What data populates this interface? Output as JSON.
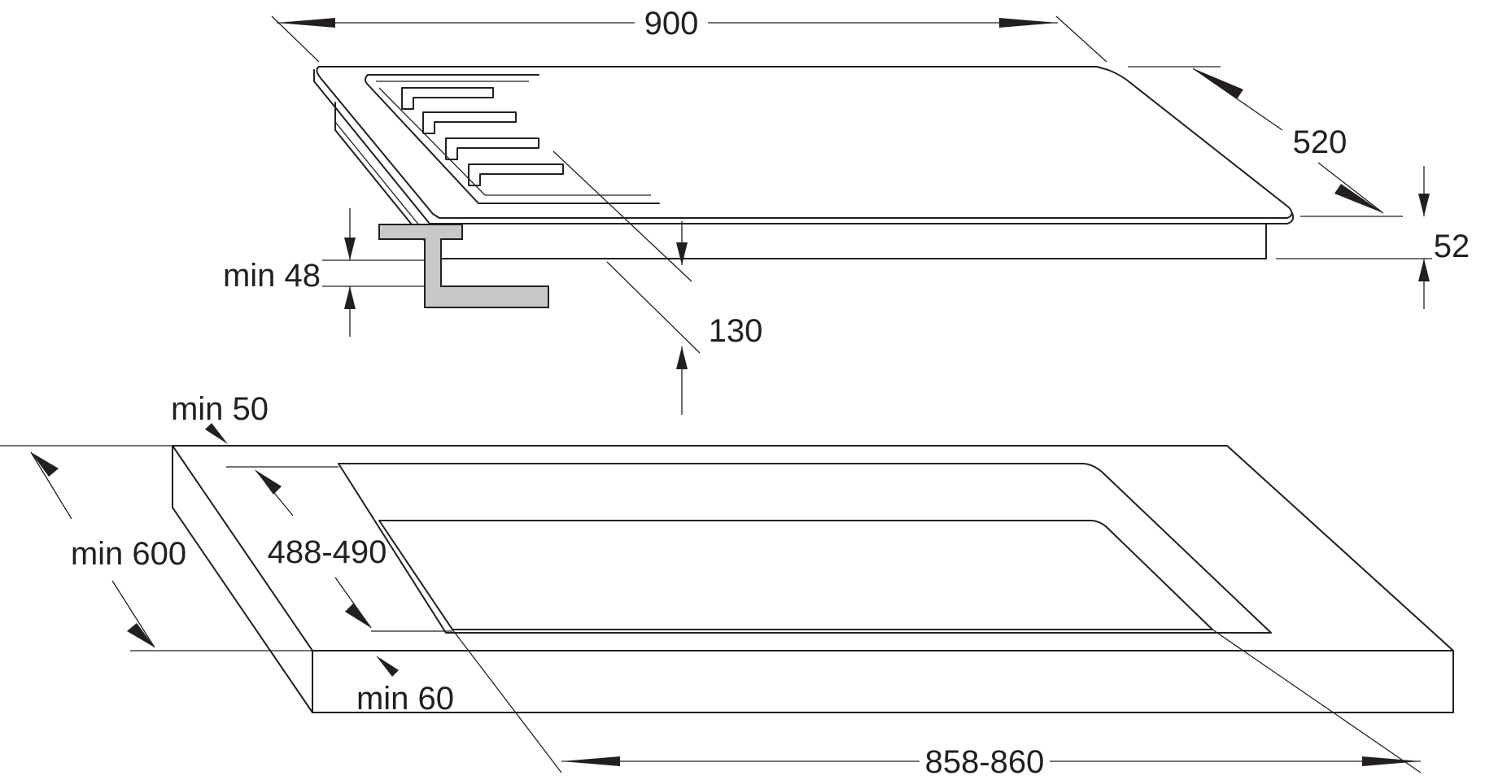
{
  "diagram": {
    "colors": {
      "line": "#231f20",
      "bracket_fill": "#c7c8ca",
      "background": "#ffffff"
    },
    "dimensions": {
      "width": "900",
      "depth": "520",
      "height": "52",
      "min_clearance_below": "min 48",
      "min_gap_above": "130",
      "min_back": "min 50",
      "min_worktop_depth": "min 600",
      "cutout_depth": "488-490",
      "min_front": "min 60",
      "cutout_width": "858-860"
    }
  }
}
